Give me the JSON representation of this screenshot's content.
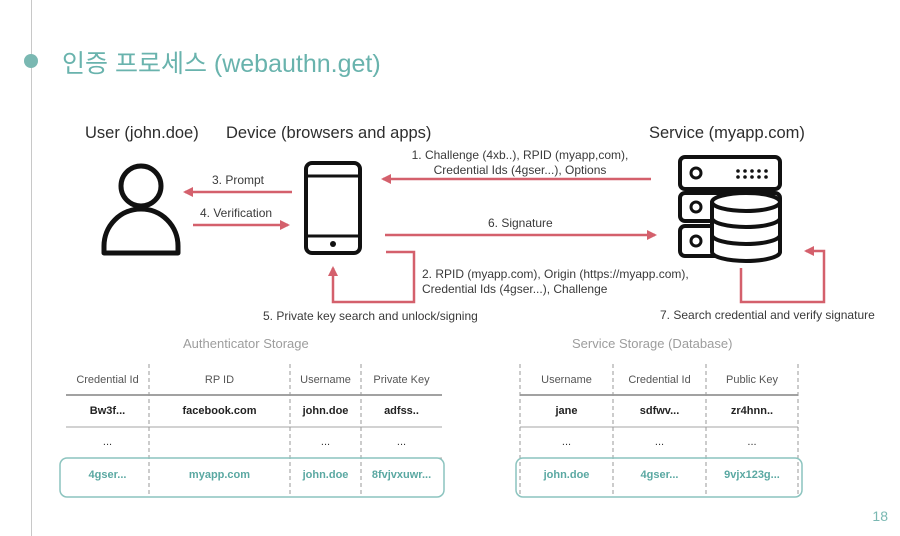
{
  "slide": {
    "title": "인증 프로세스 (webauthn.get)",
    "page_number": "18",
    "accent_color": "#69b3ad",
    "arrow_color": "#d4606c"
  },
  "actors": {
    "user": "User (john.doe)",
    "device": "Device (browsers and apps)",
    "service": "Service (myapp.com)"
  },
  "icons": {
    "user": "person-icon",
    "device": "smartphone-icon",
    "service": "server-database-icon"
  },
  "steps": {
    "s1_line1": "1. Challenge (4xb..), RPID (myapp,com),",
    "s1_line2": "Credential Ids (4gser...), Options",
    "s2_line1": "2. RPID (myapp.com), Origin (https://myapp.com),",
    "s2_line2": "Credential Ids (4gser...), Challenge",
    "s3": "3. Prompt",
    "s4": "4. Verification",
    "s5": "5. Private key search and unlock/signing",
    "s6": "6. Signature",
    "s7": "7. Search credential and verify signature"
  },
  "authenticator_storage": {
    "title": "Authenticator Storage",
    "headers": [
      "Credential Id",
      "RP ID",
      "Username",
      "Private Key"
    ],
    "rows": [
      [
        "Bw3f...",
        "facebook.com",
        "john.doe",
        "adfss.."
      ],
      [
        "...",
        "",
        "...",
        "..."
      ],
      [
        "4gser...",
        "myapp.com",
        "john.doe",
        "8fvjvxuwr..."
      ]
    ]
  },
  "service_storage": {
    "title": "Service Storage (Database)",
    "headers": [
      "Username",
      "Credential Id",
      "Public Key"
    ],
    "rows": [
      [
        "jane",
        "sdfwv...",
        "zr4hnn.."
      ],
      [
        "...",
        "...",
        "..."
      ],
      [
        "john.doe",
        "4gser...",
        "9vjx123g..."
      ]
    ]
  }
}
